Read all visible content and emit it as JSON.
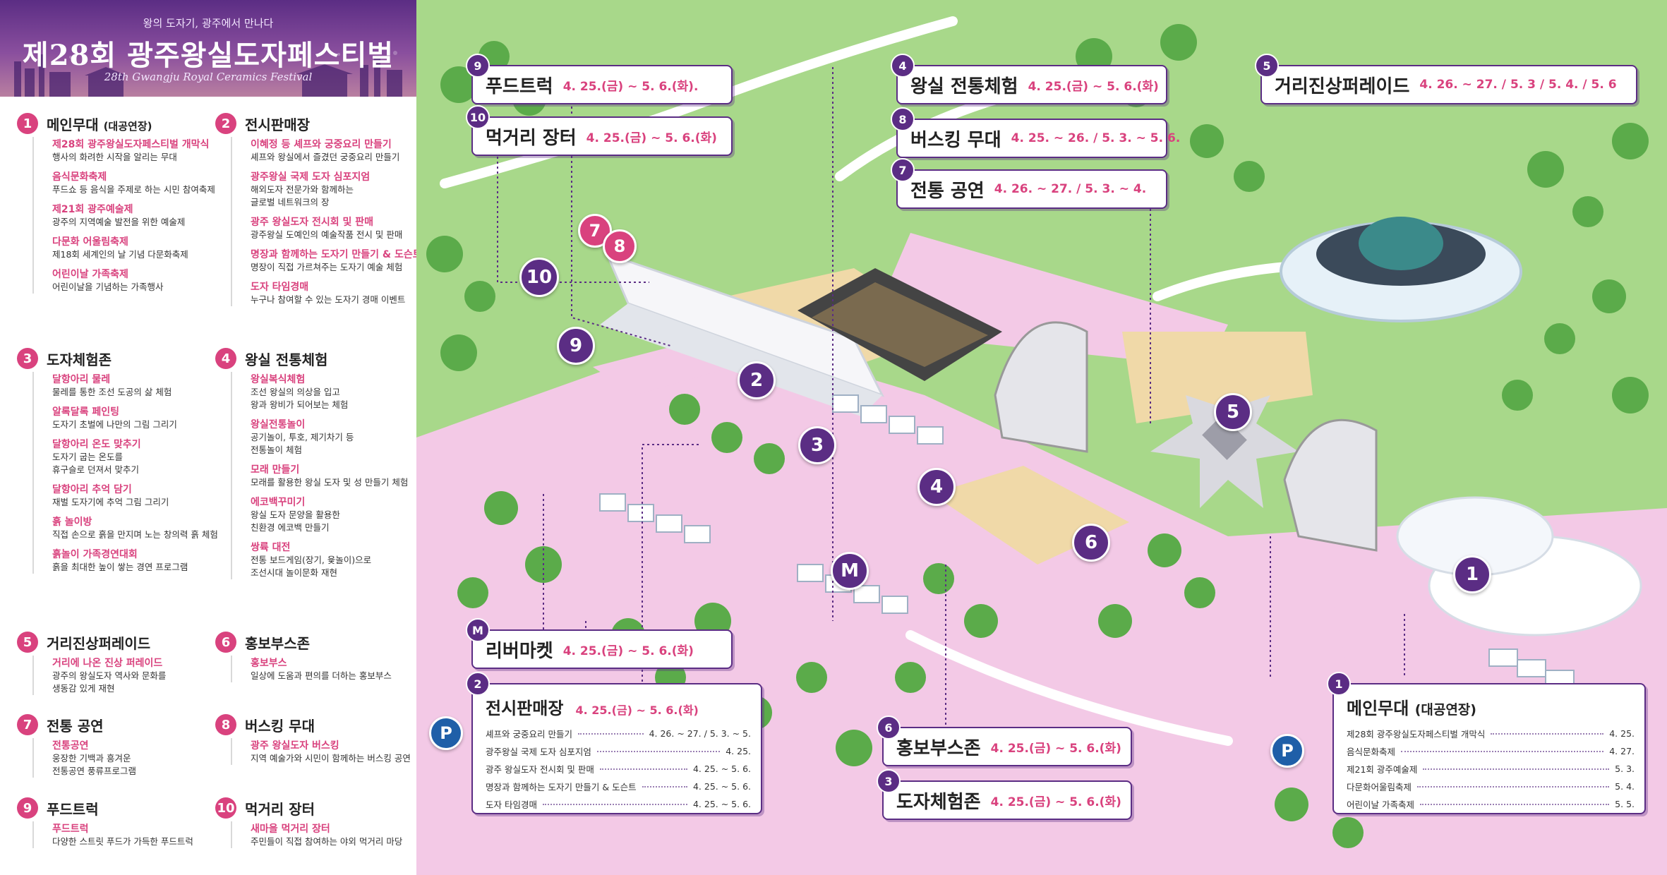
{
  "header": {
    "tagline": "왕의 도자기, 광주에서 만나다",
    "title": "제28회 광주왕실도자페스티벌",
    "subtitle": "28th Gwangju Royal Ceramics Festival"
  },
  "sections": [
    {
      "num": "1",
      "title": "메인무대",
      "title_sub": "(대공연장)",
      "items": [
        {
          "t": "제28회 광주왕실도자페스티벌 개막식",
          "d": [
            "행사의 화려한 시작을 알리는 무대"
          ]
        },
        {
          "t": "음식문화축제",
          "d": [
            "푸드쇼 등 음식을 주제로 하는 시민 참여축제"
          ]
        },
        {
          "t": "제21회 광주예술제",
          "d": [
            "광주의 지역예술 발전을 위한 예술제"
          ]
        },
        {
          "t": "다문화 어울림축제",
          "d": [
            "제18회 세계인의 날 기념 다문화축제"
          ]
        },
        {
          "t": "어린이날 가족축제",
          "d": [
            "어린이날을 기념하는 가족행사"
          ]
        }
      ]
    },
    {
      "num": "2",
      "title": "전시판매장",
      "title_sub": "",
      "items": [
        {
          "t": "이혜정 등 셰프와 궁중요리 만들기",
          "d": [
            "셰프와 왕실에서 즐겼던 궁중요리 만들기"
          ]
        },
        {
          "t": "광주왕실 국제 도자 심포지엄",
          "d": [
            "해외도자 전문가와 함께하는",
            "글로벌 네트워크의 장"
          ]
        },
        {
          "t": "광주 왕실도자 전시회 및 판매",
          "d": [
            "광주왕실 도예인의 예술작품 전시 및 판매"
          ]
        },
        {
          "t": "명장과 함께하는 도자기 만들기 & 도슨트",
          "d": [
            "명장이 직접 가르쳐주는 도자기 예술 체험"
          ]
        },
        {
          "t": "도자 타임경매",
          "d": [
            "누구나 참여할 수 있는 도자기 경매 이벤트"
          ]
        }
      ]
    },
    {
      "num": "3",
      "title": "도자체험존",
      "title_sub": "",
      "items": [
        {
          "t": "달항아리 물레",
          "d": [
            "물레를 통한 조선 도공의 삶 체험"
          ]
        },
        {
          "t": "알록달록 페인팅",
          "d": [
            "도자기 초벌에 나만의 그림 그리기"
          ]
        },
        {
          "t": "달항아리 온도 맞추기",
          "d": [
            "도자기 굽는 온도를",
            "휴구슬로 던져서 맞추기"
          ]
        },
        {
          "t": "달항아리 추억 담기",
          "d": [
            "재벌 도자기에 추억 그림 그리기"
          ]
        },
        {
          "t": "흙 놀이방",
          "d": [
            "직접 손으로 흙을 만지며 노는 창의력 흙 체험"
          ]
        },
        {
          "t": "흙놀이 가족경연대회",
          "d": [
            "흙을 최대한 높이 쌓는 경연 프로그램"
          ]
        }
      ]
    },
    {
      "num": "4",
      "title": "왕실 전통체험",
      "title_sub": "",
      "items": [
        {
          "t": "왕실복식체험",
          "d": [
            "조선 왕실의 의상을 입고",
            "왕과 왕비가 되어보는 체험"
          ]
        },
        {
          "t": "왕실전통놀이",
          "d": [
            "공기놀이, 투호, 제기차기 등",
            "전통놀이 체험"
          ]
        },
        {
          "t": "모래 만들기",
          "d": [
            "모래를 활용한 왕실 도자 및 성 만들기 체험"
          ]
        },
        {
          "t": "에코백꾸미기",
          "d": [
            "왕실 도자 문양을 활용한",
            "친환경 에코백 만들기"
          ]
        },
        {
          "t": "쌍륙 대전",
          "d": [
            "전통 보드게임(장기, 윷놀이)으로",
            "조선시대 놀이문화 재현"
          ]
        }
      ]
    },
    {
      "num": "5",
      "title": "거리진상퍼레이드",
      "title_sub": "",
      "items": [
        {
          "t": "거리에 나온 진상 퍼레이드",
          "d": [
            "광주의 왕실도자 역사와 문화를",
            "생동감 있게 재현"
          ]
        }
      ]
    },
    {
      "num": "6",
      "title": "홍보부스존",
      "title_sub": "",
      "items": [
        {
          "t": "홍보부스",
          "d": [
            "일상에 도움과 편의를 더하는 홍보부스"
          ]
        }
      ]
    },
    {
      "num": "7",
      "title": "전통 공연",
      "title_sub": "",
      "items": [
        {
          "t": "전통공연",
          "d": [
            "웅장한 기백과 흥겨운",
            "전통공연 풍류프로그램"
          ]
        }
      ]
    },
    {
      "num": "8",
      "title": "버스킹 무대",
      "title_sub": "",
      "items": [
        {
          "t": "광주 왕실도자 버스킹",
          "d": [
            "지역 예술가와 시민이 함께하는 버스킹 공연"
          ]
        }
      ]
    },
    {
      "num": "9",
      "title": "푸드트럭",
      "title_sub": "",
      "items": [
        {
          "t": "푸드트럭",
          "d": [
            "다양한 스트릿 푸드가 가득한 푸드트럭"
          ]
        }
      ]
    },
    {
      "num": "10",
      "title": "먹거리 장터",
      "title_sub": "",
      "items": [
        {
          "t": "새마을 먹거리 장터",
          "d": [
            "주민들이 직접 참여하는 야외 먹거리 마당"
          ]
        }
      ]
    }
  ],
  "map_labels": [
    {
      "num": "9",
      "name": "푸드트럭",
      "date": "4. 25.(금) ~ 5. 6.(화)."
    },
    {
      "num": "10",
      "name": "먹거리 장터",
      "date": "4. 25.(금) ~ 5. 6.(화)"
    },
    {
      "num": "4",
      "name": "왕실 전통체험",
      "date": "4. 25.(금) ~ 5. 6.(화)"
    },
    {
      "num": "8",
      "name": "버스킹 무대",
      "date": "4. 25. ~ 26. / 5. 3. ~ 5. 6."
    },
    {
      "num": "7",
      "name": "전통 공연",
      "date": "4. 26. ~ 27. / 5. 3. ~ 4."
    },
    {
      "num": "5",
      "name": "거리진상퍼레이드",
      "date": "4. 26. ~ 27. / 5. 3 / 5. 4. / 5. 6"
    },
    {
      "num": "M",
      "name": "리버마켓",
      "date": "4. 25.(금) ~ 5. 6.(화)"
    },
    {
      "num": "6",
      "name": "홍보부스존",
      "date": "4. 25.(금) ~ 5. 6.(화)"
    },
    {
      "num": "3",
      "name": "도자체험존",
      "date": "4. 25.(금) ~ 5. 6.(화)"
    }
  ],
  "detail_sales": {
    "num": "2",
    "name": "전시판매장",
    "date": "4. 25.(금) ~ 5. 6.(화)",
    "rows": [
      {
        "name": "셰프와 궁중요리 만들기",
        "date": "4. 26. ~ 27. / 5. 3. ~ 5."
      },
      {
        "name": "광주왕실 국제 도자 심포지엄",
        "date": "4. 25."
      },
      {
        "name": "광주 왕실도자 전시회 및 판매",
        "date": "4. 25. ~ 5. 6."
      },
      {
        "name": "명장과 함께하는 도자기 만들기 & 도슨트",
        "date": "4. 25. ~ 5. 6."
      },
      {
        "name": "도자 타임경매",
        "date": "4. 25. ~ 5. 6."
      }
    ]
  },
  "detail_main": {
    "num": "1",
    "name": "메인무대",
    "name_sub": "(대공연장)",
    "rows": [
      {
        "name": "제28회 광주왕실도자페스티벌 개막식",
        "date": "4. 25."
      },
      {
        "name": "음식문화축제",
        "date": "4. 27."
      },
      {
        "name": "제21회 광주예술제",
        "date": "5. 3."
      },
      {
        "name": "다문화어울림축제",
        "date": "5. 4."
      },
      {
        "name": "어린이날 가족축제",
        "date": "5. 5."
      }
    ]
  },
  "pins": {
    "p1": "1",
    "p2": "2",
    "p3": "3",
    "p4": "4",
    "p5": "5",
    "p6": "6",
    "p7": "7",
    "p8": "8",
    "p9": "9",
    "p10": "10",
    "pm": "M",
    "park": "P"
  },
  "colors": {
    "accent": "#d9427e",
    "brand": "#5b2d84",
    "grass": "#a8d88a",
    "path": "#f3c9e6",
    "sand": "#f0d9a8"
  }
}
